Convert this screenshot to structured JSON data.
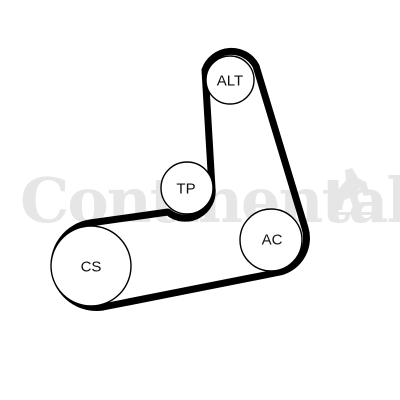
{
  "watermark": {
    "brand": "Continental",
    "color": "#e6e6e6"
  },
  "belt": {
    "color": "#000000"
  },
  "pulleys": [
    {
      "id": "alt",
      "label": "ALT"
    },
    {
      "id": "tp",
      "label": "TP"
    },
    {
      "id": "ac",
      "label": "AC"
    },
    {
      "id": "cs",
      "label": "CS"
    }
  ]
}
